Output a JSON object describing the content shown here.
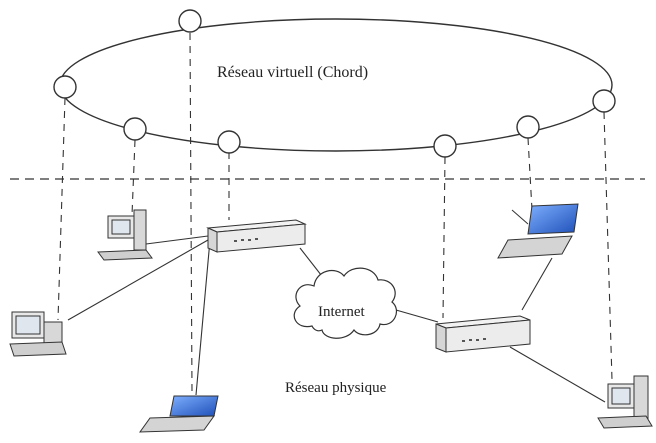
{
  "labels": {
    "virtual_network": "Réseau virtuell (Chord)",
    "physical_network": "Réseau physique",
    "internet": "Internet"
  },
  "colors": {
    "line": "#333333",
    "screen": "#3a6fd8",
    "device_body": "#e8e8e8"
  },
  "icons": {
    "ring_node": "circle-node",
    "desktop": "desktop-computer-icon",
    "laptop": "laptop-icon",
    "router": "router-icon",
    "cloud": "cloud-icon"
  }
}
